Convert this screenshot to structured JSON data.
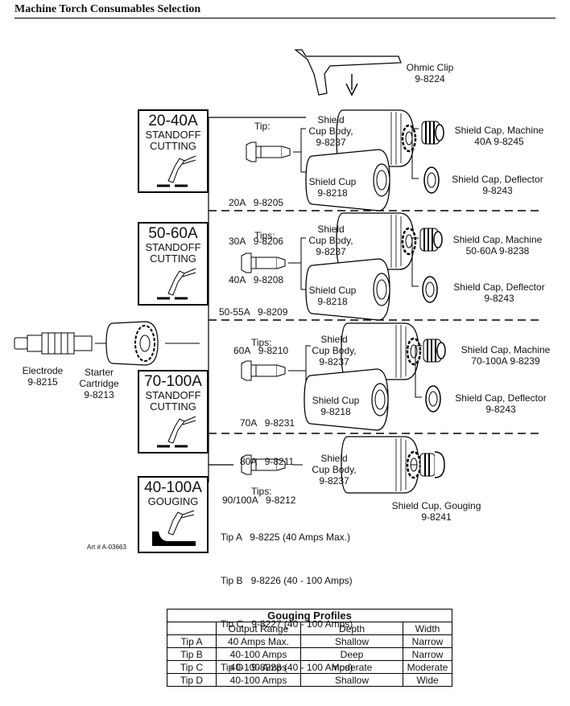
{
  "header": {
    "title": "Machine Torch  Consumables Selection"
  },
  "ohmic_clip": {
    "name": "Ohmic Clip",
    "part": "9-8224"
  },
  "electrode": {
    "name": "Electrode",
    "part": "9-8215"
  },
  "starter": {
    "name": "Starter",
    "name2": "Cartridge",
    "part": "9-8213"
  },
  "art_number": "Art # A-03663",
  "sections": [
    {
      "amps": "20-40A",
      "mode1": "STANDOFF",
      "mode2": "CUTTING",
      "tips_label": "Tip:",
      "tip_lines": [
        "20A   9-8205",
        "30A   9-8206",
        "40A   9-8208"
      ],
      "body_label": [
        "Shield",
        "Cup Body,",
        "9-8237"
      ],
      "cup_label": [
        "Shield Cup",
        "9-8218"
      ],
      "cap1": [
        "Shield Cap, Machine",
        "40A  9-8245"
      ],
      "cap2": [
        "Shield Cap, Deflector",
        "9-8243"
      ]
    },
    {
      "amps": "50-60A",
      "mode1": "STANDOFF",
      "mode2": "CUTTING",
      "tips_label": "Tips:",
      "tip_lines": [
        "50-55A   9-8209",
        "60A   9-8210"
      ],
      "body_label": [
        "Shield",
        "Cup Body,",
        "9-8237"
      ],
      "cup_label": [
        "Shield Cup",
        "9-8218"
      ],
      "cap1": [
        "Shield Cap, Machine",
        "50-60A  9-8238"
      ],
      "cap2": [
        "Shield Cap, Deflector",
        "9-8243"
      ]
    },
    {
      "amps": "70-100A",
      "mode1": "STANDOFF",
      "mode2": "CUTTING",
      "tips_label": "Tips:",
      "tip_lines": [
        "70A   9-8231",
        "80A   9-8211",
        "90/100A   9-8212"
      ],
      "body_label": [
        "Shield",
        "Cup Body,",
        "9-8237"
      ],
      "cup_label": [
        "Shield Cup",
        "9-8218"
      ],
      "cap1": [
        "Shield Cap, Machine",
        "70-100A  9-8239"
      ],
      "cap2": [
        "Shield Cap, Deflector",
        "9-8243"
      ]
    },
    {
      "amps": "40-100A",
      "mode1": "GOUGING",
      "tips_label": "Tips:",
      "tip_lines": [
        "Tip A   9-8225 (40 Amps Max.)",
        "Tip B   9-8226 (40 - 100 Amps)",
        "Tip C   9-8227 (40 - 100 Amps)",
        "Tip D   9-8228 (40 - 100 Amps)"
      ],
      "body_label": [
        "Shield",
        "Cup Body,",
        "9-8237"
      ],
      "cap1": [
        "Shield Cup, Gouging",
        "9-8241"
      ]
    }
  ],
  "gouging_table": {
    "title": "Gouging Profiles",
    "headers": [
      "",
      "Output Range",
      "Depth",
      "Width"
    ],
    "rows": [
      [
        "Tip A",
        "40 Amps Max.",
        "Shallow",
        "Narrow"
      ],
      [
        "Tip B",
        "40-100 Amps",
        "Deep",
        "Narrow"
      ],
      [
        "Tip C",
        "40-100 Amps",
        "Moderate",
        "Moderate"
      ],
      [
        "Tip D",
        "40-100 Amps",
        "Shallow",
        "Wide"
      ]
    ]
  }
}
